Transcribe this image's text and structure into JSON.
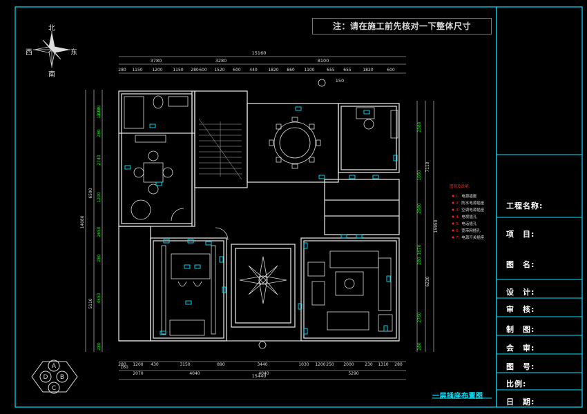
{
  "note": "注：请在施工前先核对一下整体尺寸",
  "compass": {
    "north": "北",
    "south": "南",
    "east": "东",
    "west": "西"
  },
  "dims_top_total": "15160",
  "dims_top_mid": [
    "3780",
    "3280",
    "8100"
  ],
  "dims_top_detail": [
    "280",
    "1150",
    "1200",
    "1150",
    "280",
    "600",
    "1520",
    "600",
    "440",
    "1820",
    "860",
    "1100",
    "655",
    "655",
    "1820",
    "600"
  ],
  "dims_top_small": "150",
  "dims_bottom_detail": [
    "280",
    "1200",
    "430",
    "3150",
    "890",
    "3440",
    "1030",
    "1200",
    "250",
    "2000",
    "230",
    "1310",
    "280"
  ],
  "dims_bottom_mid": [
    "160",
    "2070",
    "4040",
    "4040",
    "5290"
  ],
  "dims_bottom_total": "15440",
  "dims_left_outer": [
    "14080"
  ],
  "dims_left_mid": [
    "6590",
    "5110"
  ],
  "dims_left_detail": [
    "2380",
    "1820",
    "280",
    "2740",
    "1200",
    "2650",
    "280",
    "4550",
    "280"
  ],
  "dims_right_outer": [
    "7110",
    "15950",
    "6220"
  ],
  "dims_right_detail": [
    "2380",
    "1050",
    "2980",
    "1670",
    "280",
    "2760",
    "280"
  ],
  "legend": {
    "title": "图例及说明:",
    "items": [
      {
        "num": "1.",
        "text": "电源插座"
      },
      {
        "num": "2.",
        "text": "防水电源插座"
      },
      {
        "num": "3.",
        "text": "空调电源插座"
      },
      {
        "num": "4.",
        "text": "电视插孔"
      },
      {
        "num": "5.",
        "text": "电话插孔"
      },
      {
        "num": "6.",
        "text": "宽带网插孔"
      },
      {
        "num": "7.",
        "text": "电源开关插座"
      }
    ]
  },
  "title_block": {
    "project_name": "工程名称:",
    "project": "项　目:",
    "drawing_name": "图　名:",
    "design": "设　计:",
    "review": "审　核:",
    "draw": "制　图:",
    "countersign": "会　审:",
    "drawing_no": "图　号:",
    "scale": "比例:",
    "date": "日　期:"
  },
  "drawing_title": "一层插座布置图",
  "logo_letters": [
    "A",
    "B",
    "C",
    "D"
  ]
}
